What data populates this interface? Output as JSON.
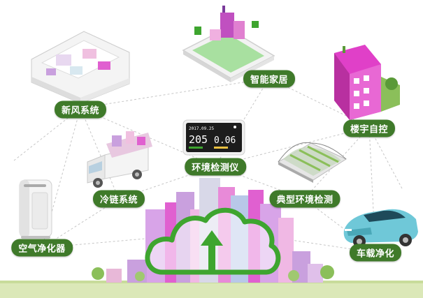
{
  "colors": {
    "label_bg": "#3f7a2a",
    "label_text": "#ffffff",
    "cloud_green": "#3ea52f",
    "line_gray": "#c6c6c6",
    "magenta": "#e040c8",
    "lilac": "#c9a0de",
    "ground": "#c8dc9a"
  },
  "nodes": [
    {
      "id": "fresh-air",
      "label": "新风系统",
      "icon": "floorplan-house-icon"
    },
    {
      "id": "smart-home",
      "label": "智能家居",
      "icon": "smartphone-home-icon"
    },
    {
      "id": "building",
      "label": "楼宇自控",
      "icon": "building-icon"
    },
    {
      "id": "env-monitor",
      "label": "环境检测仪",
      "icon": "air-monitor-icon"
    },
    {
      "id": "cold-chain",
      "label": "冷链系统",
      "icon": "delivery-truck-icon"
    },
    {
      "id": "typical-env",
      "label": "典型环境检测",
      "icon": "greenhouse-icon"
    },
    {
      "id": "purifier",
      "label": "空气净化器",
      "icon": "air-purifier-icon"
    },
    {
      "id": "vehicle",
      "label": "车载净化",
      "icon": "car-icon"
    }
  ],
  "device_readout": {
    "datetime": "2017.09.25",
    "value_left": "205",
    "value_right": "0.06"
  },
  "center_icon": "cloud-upload-icon"
}
